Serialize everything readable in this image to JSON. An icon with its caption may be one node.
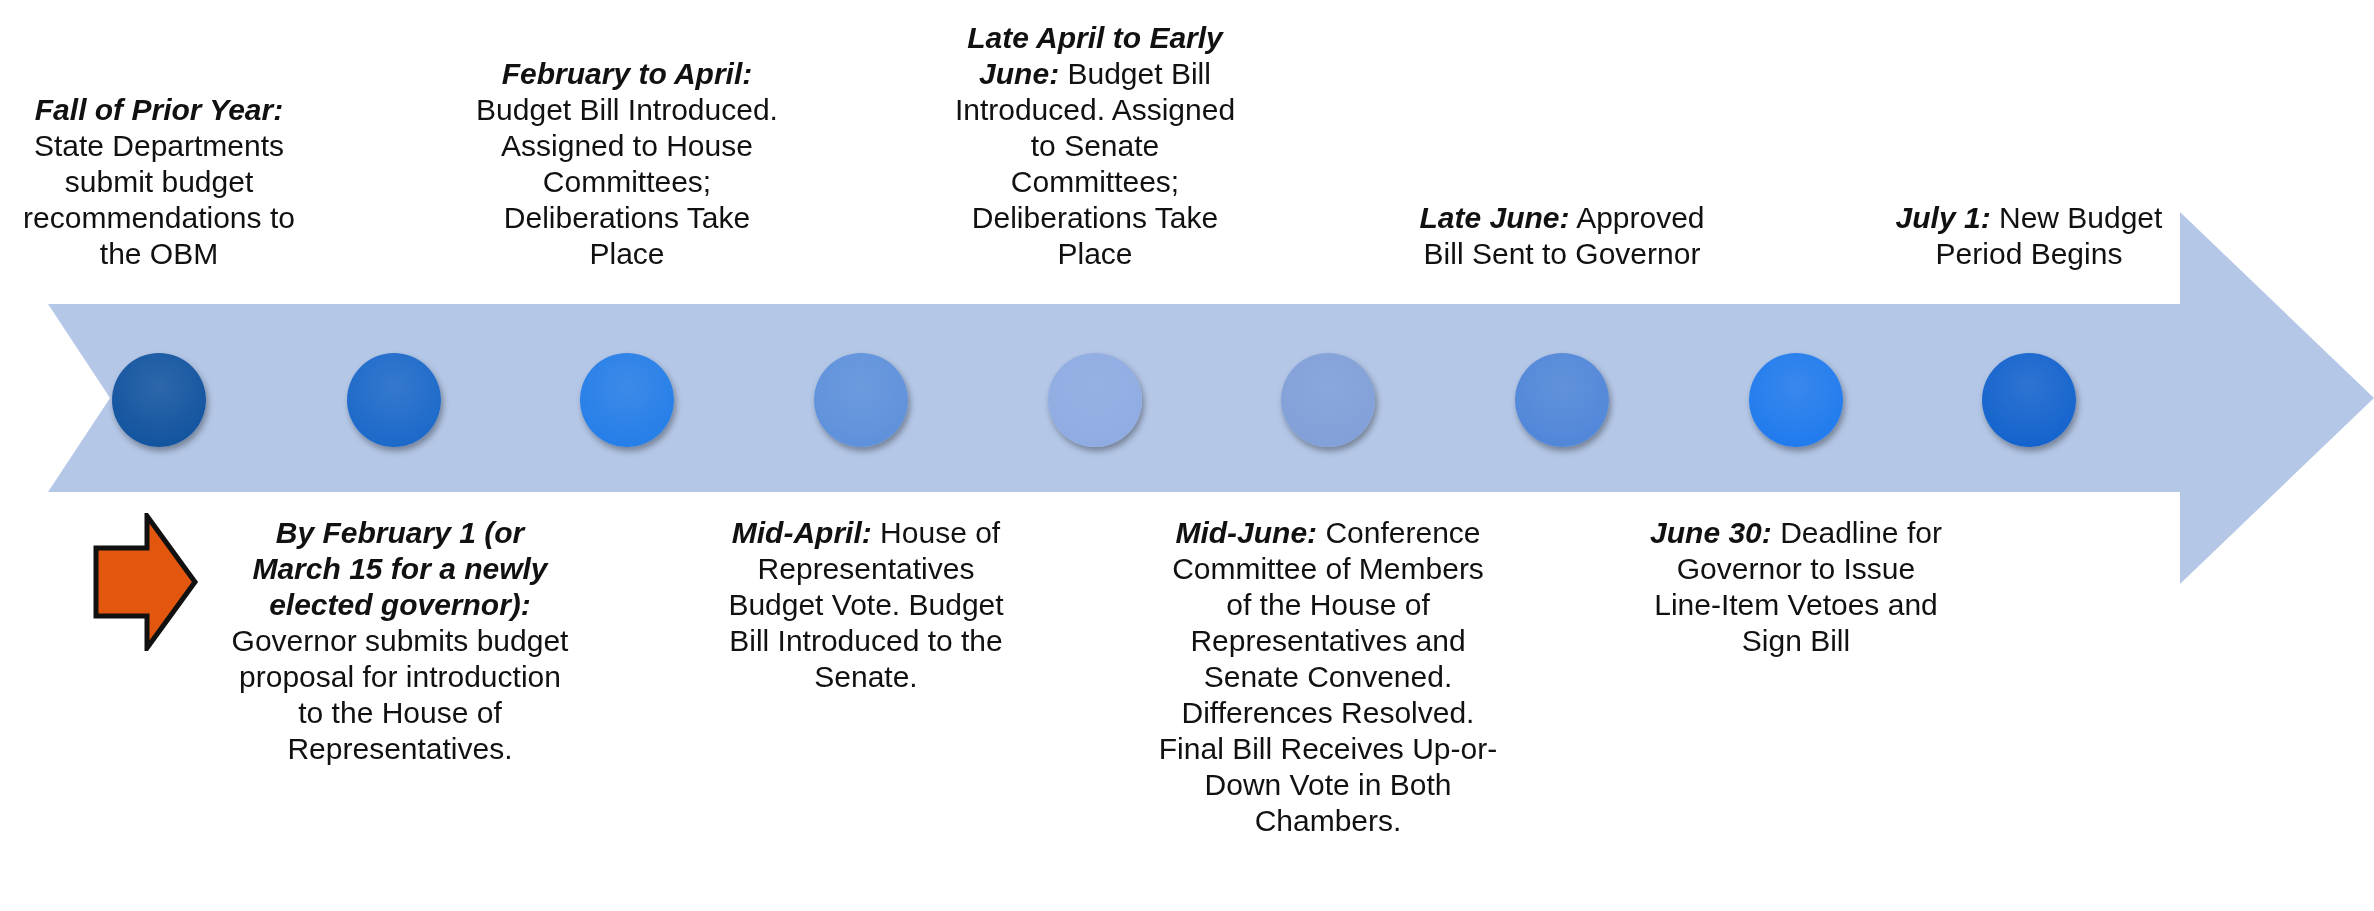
{
  "diagram": {
    "nodes": [
      {
        "text": [],
        "shape": "arrow"
      },
      {
        "text": [],
        "shape": "circle",
        "in": 0
      },
      {
        "text": [],
        "shape": "circle",
        "in": 0
      },
      {
        "text": [],
        "shape": "circle",
        "in": 0
      },
      {
        "text": [],
        "shape": "circle",
        "in": 0
      },
      {
        "text": [],
        "shape": "circle",
        "in": 0
      },
      {
        "text": [],
        "shape": "circle",
        "in": 0
      },
      {
        "text": [],
        "shape": "circle",
        "in": 0
      },
      {
        "text": [],
        "shape": "circle",
        "in": 0
      },
      {
        "text": [],
        "shape": "circle",
        "in": 0
      }
    ],
    "edges": [],
    "labels": [
      "**Fall of Prior Year:** State Departments submit budget recommendations to the OBM",
      "**By February 1 (or March 15 for a newly elected governor):** Governor submits budget proposal for introduction to the House of Representatives.",
      "**February to April:** Budget Bill Introduced. Assigned to House Committees; Deliberations Take Place",
      "**Mid-April:** House of Representatives Budget Vote. Budget Bill Introduced to the Senate.",
      "**Late April to Early June:** Budget Bill Introduced. Assigned to Senate Committees; Deliberations Take Place",
      "**Mid-June:** Conference Committee of Members of the House of Representatives and Senate Convened. Differences Resolved. Final Bill Receives Up-or-Down Vote in Both Chambers.",
      "**Late June:** Approved Bill Sent to Governor",
      "**June 30:** Deadline for Governor to Issue Line-Item Vetoes and Sign Bill",
      "**July 1:** New Budget Period Begins"
    ]
  }
}
